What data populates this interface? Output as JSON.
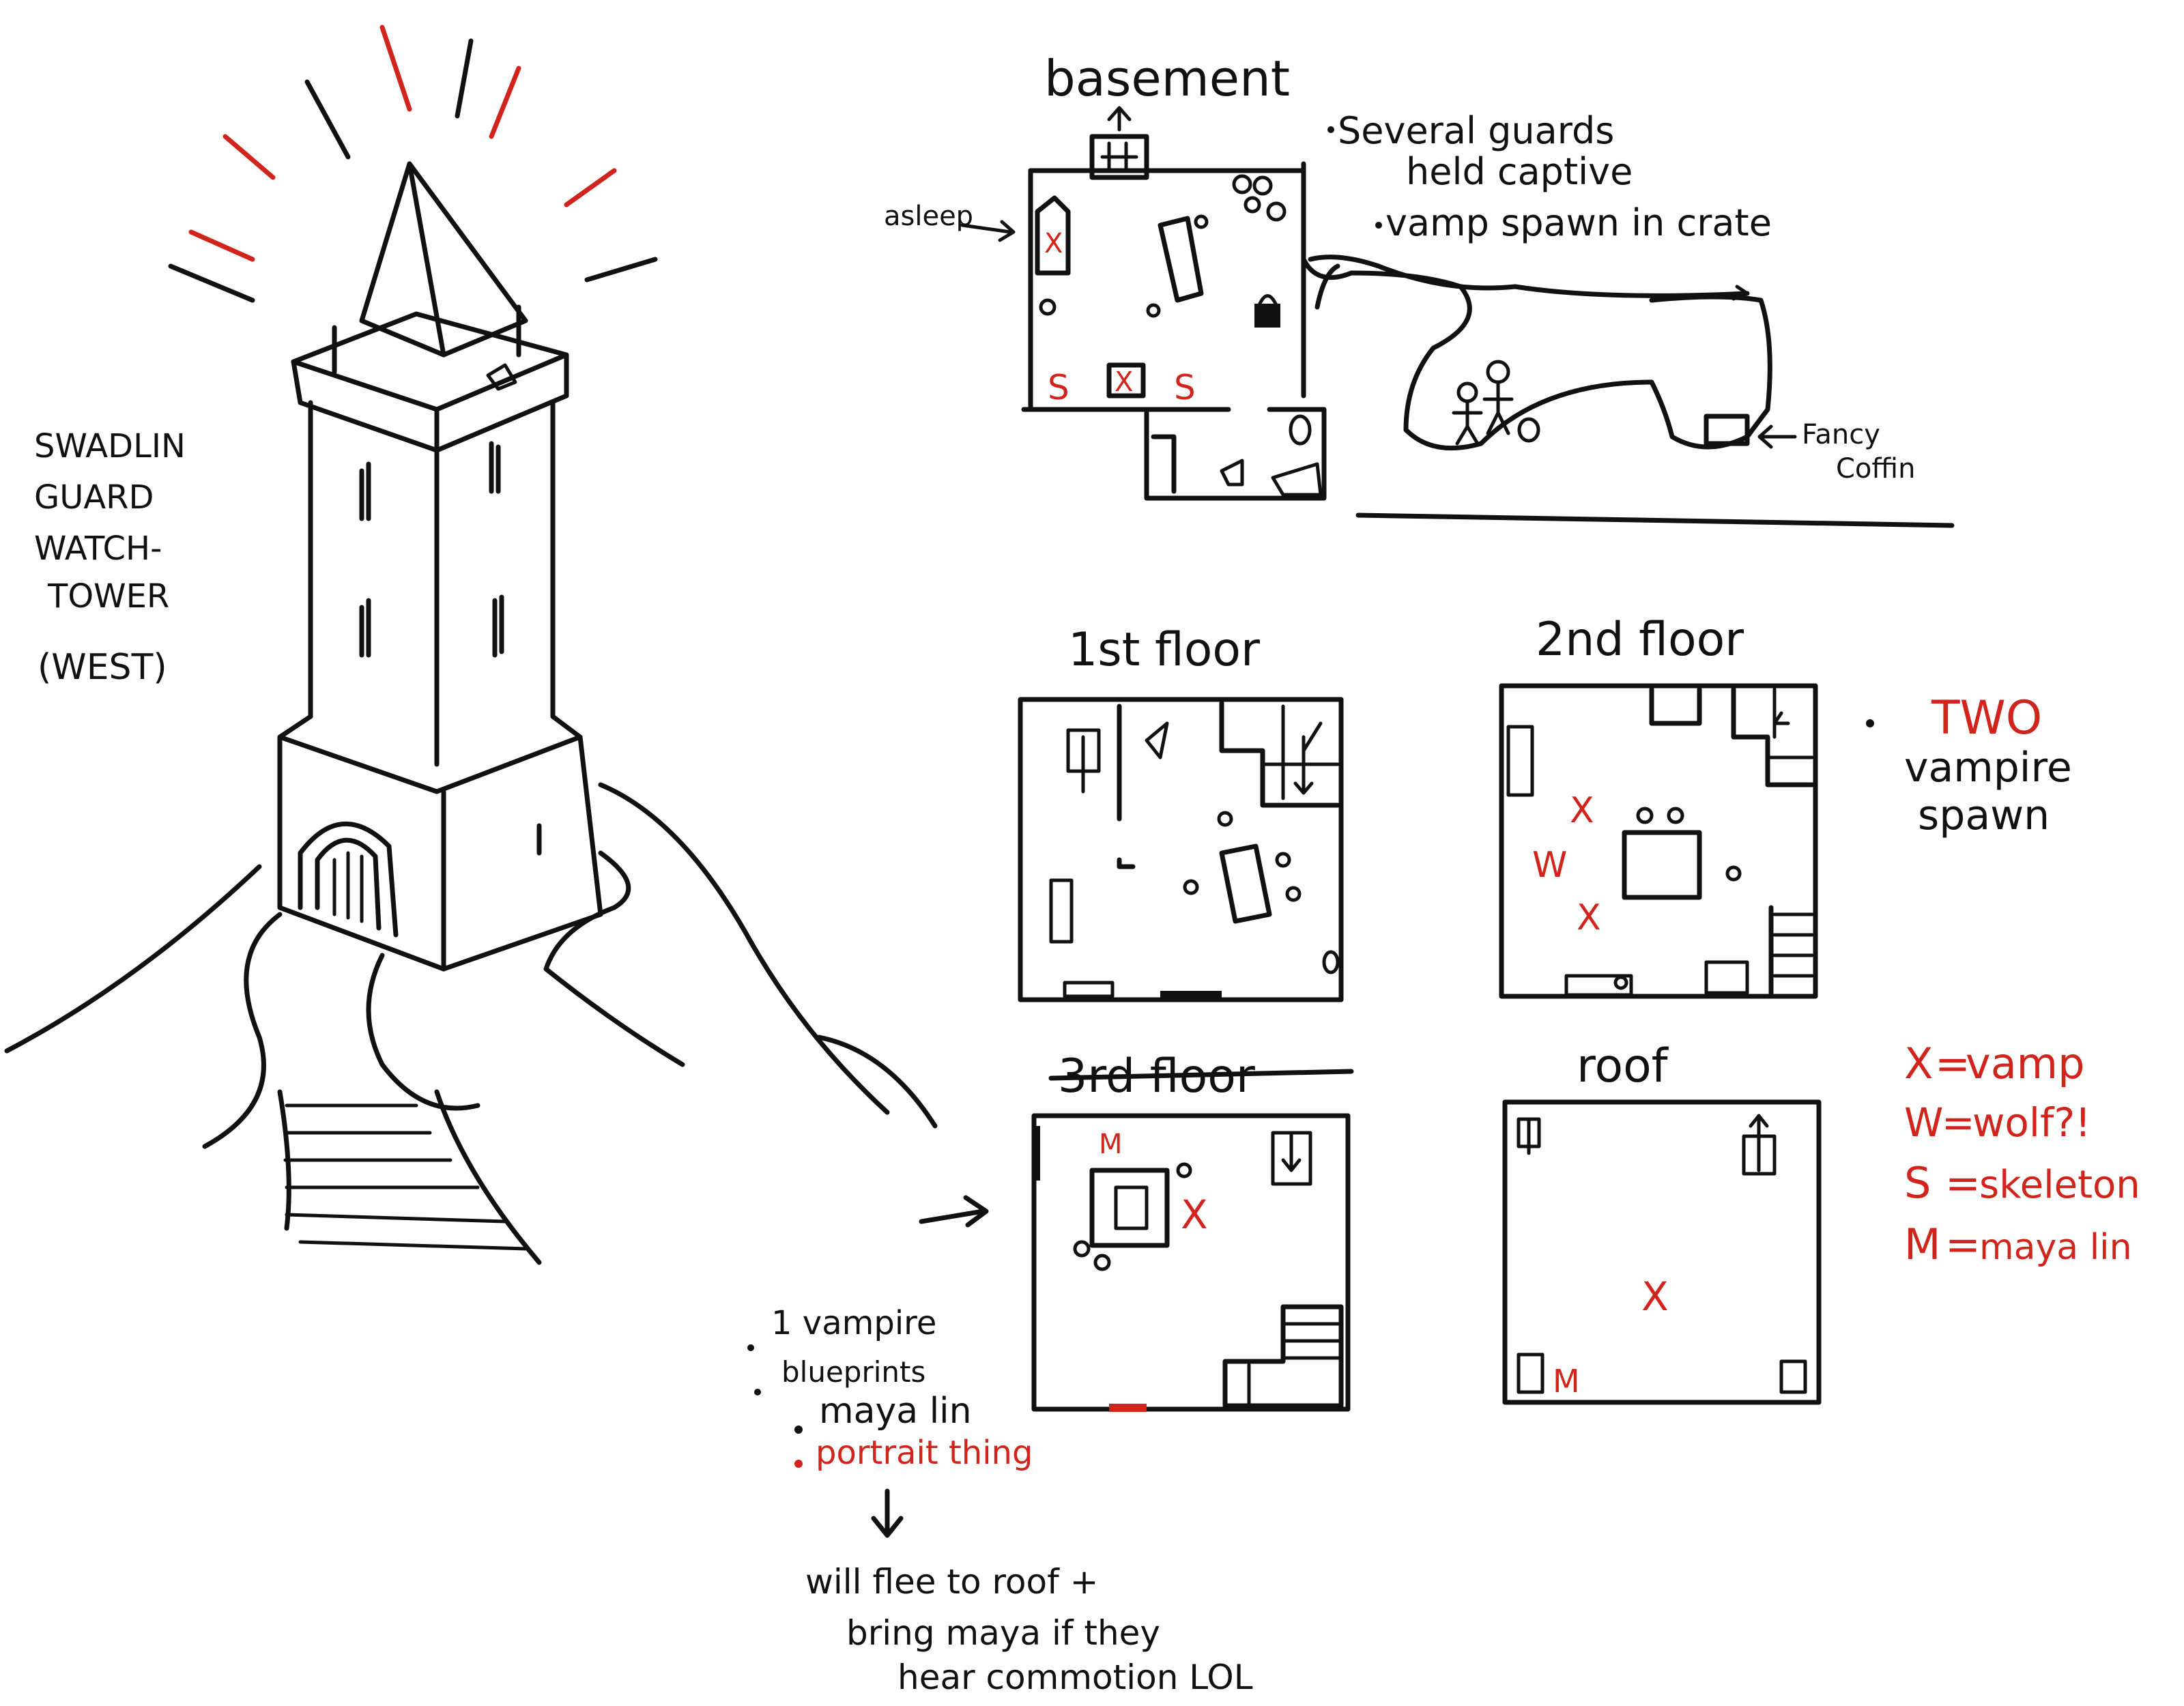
{
  "colors": {
    "ink": "#111111",
    "accent": "#d0241c",
    "paper": "#ffffff"
  },
  "tower": {
    "title_lines": [
      "SWADLIN",
      "GUARD",
      "WATCH-",
      "TOWER",
      "(WEST)"
    ]
  },
  "basement": {
    "title": "basement",
    "asleep_label": "asleep",
    "notes": [
      "Several guards",
      "held captive",
      "vamp spawn in crate"
    ],
    "coffin_label_lines": [
      "Fancy",
      "Coffin"
    ]
  },
  "floors": {
    "first": {
      "title": "1st floor"
    },
    "second": {
      "title": "2nd floor",
      "note_lines": [
        "TWO",
        "vampire",
        "spawn"
      ]
    },
    "third": {
      "title": "3rd floor"
    },
    "roof": {
      "title": "roof"
    }
  },
  "legend": [
    {
      "key": "X",
      "meaning": "vamp"
    },
    {
      "key": "W",
      "meaning": "wolf?!"
    },
    {
      "key": "S",
      "meaning": "skeleton"
    },
    {
      "key": "M",
      "meaning": "maya lin"
    }
  ],
  "third_floor_notes": {
    "items": [
      "1 vampire",
      "blueprints",
      "maya lin"
    ],
    "red_item": "portrait thing",
    "consequence_lines": [
      "will flee to roof +",
      "bring maya if they",
      "hear commotion LOL"
    ]
  },
  "markers": {
    "vamp": "X",
    "wolf": "W",
    "skeleton": "S",
    "maya": "M"
  }
}
